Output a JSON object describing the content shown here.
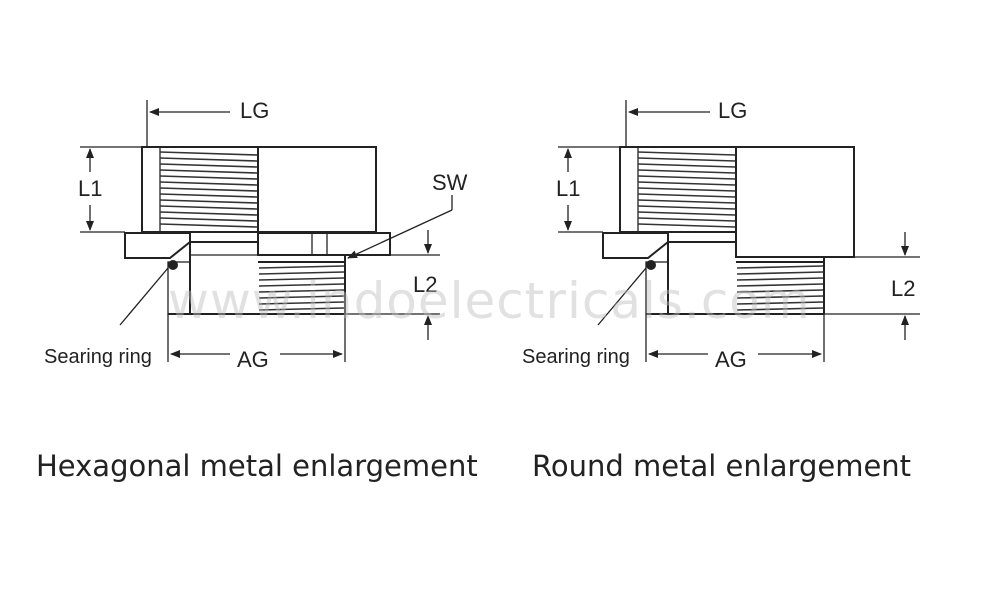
{
  "watermark": "www.indoelectricals.com",
  "left": {
    "caption": "Hexagonal metal enlargement",
    "labels": {
      "lg": "LG",
      "l1": "L1",
      "sw": "SW",
      "l2": "L2",
      "ag": "AG",
      "ring": "Searing ring"
    }
  },
  "right": {
    "caption": "Round metal enlargement",
    "labels": {
      "lg": "LG",
      "l1": "L1",
      "l2": "L2",
      "ag": "AG",
      "ring": "Searing ring"
    }
  }
}
